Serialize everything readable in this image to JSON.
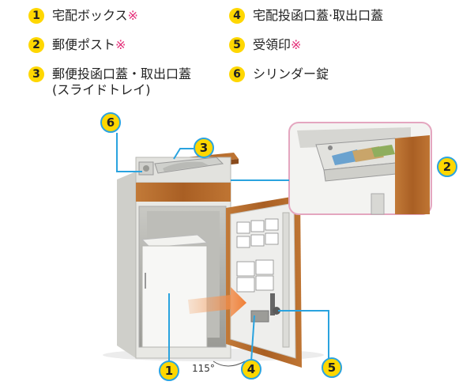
{
  "legend": {
    "items": [
      {
        "num": "1",
        "label": "宅配ボックス",
        "mark": "※",
        "sub": ""
      },
      {
        "num": "2",
        "label": "郵便ポスト",
        "mark": "※",
        "sub": ""
      },
      {
        "num": "3",
        "label": "郵便投函口蓋・取出口蓋",
        "mark": "",
        "sub": "(スライドトレイ)"
      },
      {
        "num": "4",
        "label": "宅配投函口蓋·取出口蓋",
        "mark": "",
        "sub": ""
      },
      {
        "num": "5",
        "label": "受領印",
        "mark": "※",
        "sub": ""
      },
      {
        "num": "6",
        "label": "シリンダー錠",
        "mark": "",
        "sub": ""
      }
    ]
  },
  "diagram": {
    "callouts": [
      "6",
      "3",
      "2",
      "1",
      "4",
      "5"
    ],
    "door_angle": "115°"
  },
  "colors": {
    "badge_fill": "#ffd700",
    "leader": "#2aa3df",
    "asterisk": "#e4307a",
    "inset_border": "#e4a6bf",
    "arrow": "#f07e35",
    "cabinet": "#e8e8e4",
    "wood": "#b2692b"
  }
}
